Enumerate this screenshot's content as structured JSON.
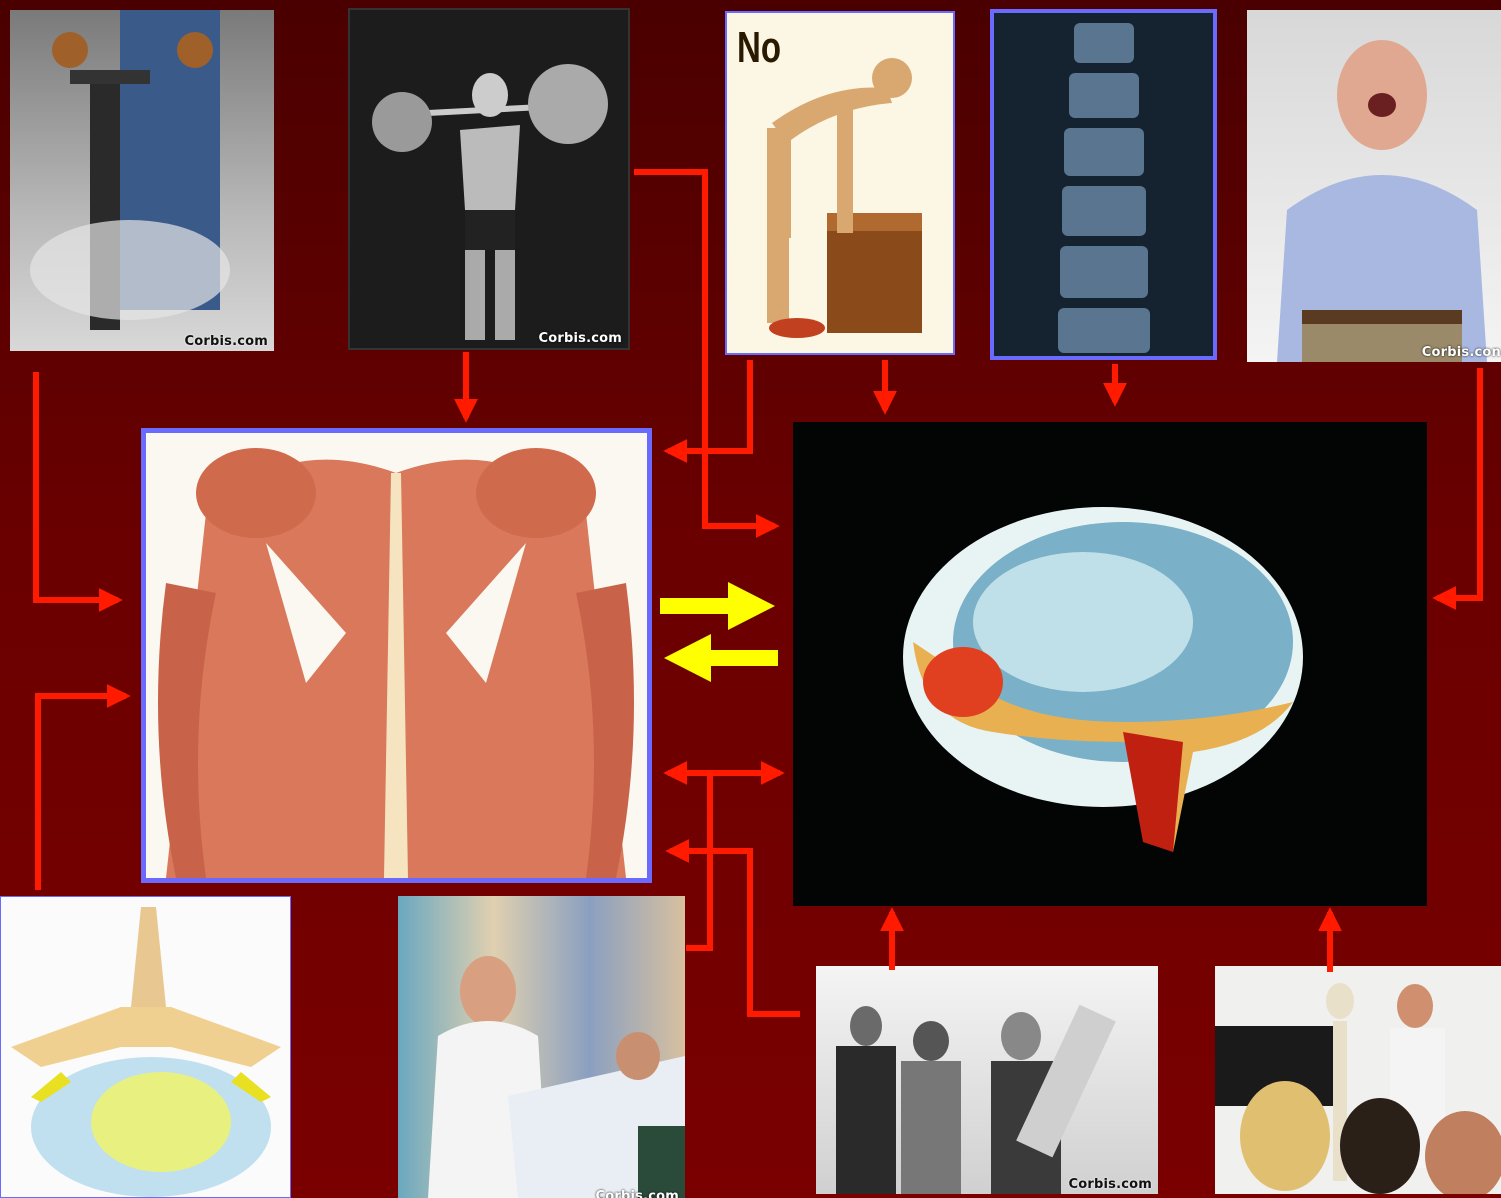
{
  "panels": {
    "jackhammer": {
      "credit": "Corbis.com"
    },
    "strongman": {
      "credit": "Corbis.com"
    },
    "posture": {
      "label": "No"
    },
    "xray": {},
    "pain_man": {
      "credit": "Corbis.con"
    },
    "muscles": {},
    "brain": {},
    "vertebra": {},
    "nurse": {
      "credit": "Corbis.com"
    },
    "group_scene": {
      "credit": "Corbis.com"
    },
    "lecture": {}
  },
  "colors": {
    "background": "#6a0000",
    "arrow_red": "#ff1a00",
    "arrow_yellow": "#ffff00",
    "frame_blue": "#6a6aff"
  }
}
